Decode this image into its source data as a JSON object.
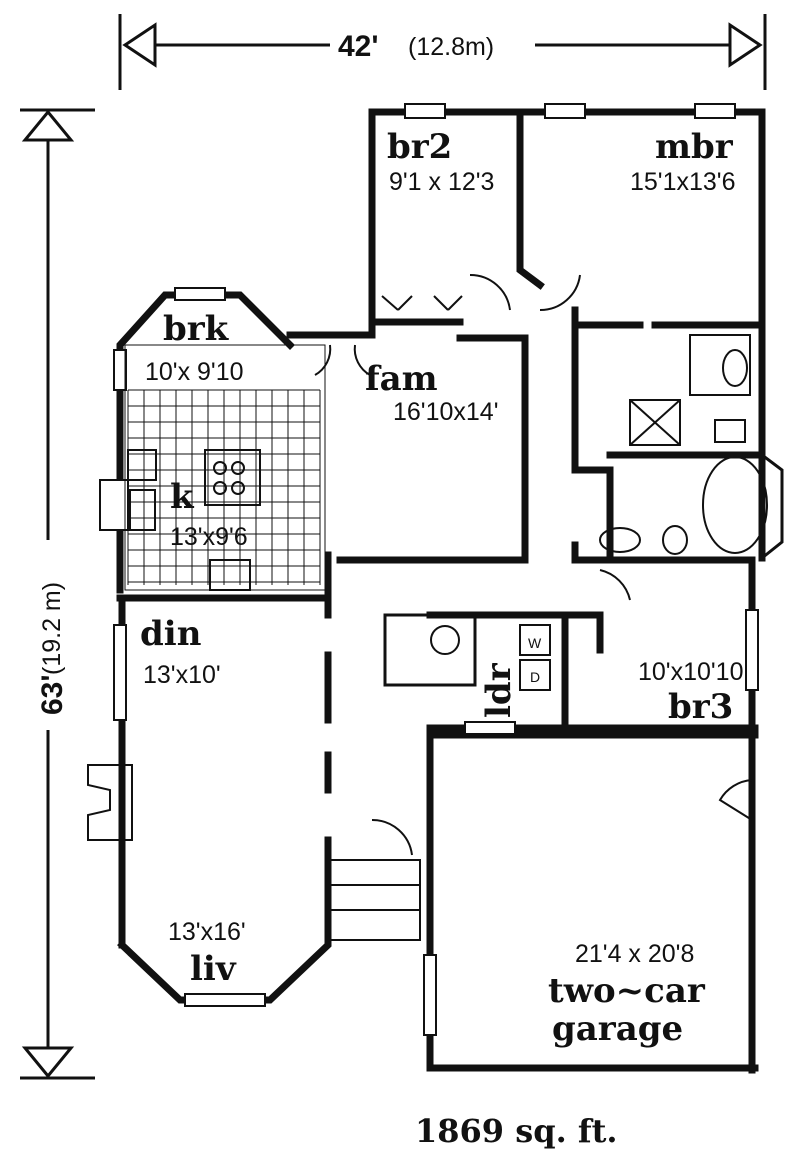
{
  "dimensions": {
    "width_label": "42'",
    "width_metric": "(12.8m)",
    "depth_label": "63'",
    "depth_metric": "(19.2 m)"
  },
  "rooms": {
    "br2": {
      "name": "br2",
      "size": "9'1 x 12'3"
    },
    "mbr": {
      "name": "mbr",
      "size": "15'1x13'6"
    },
    "brk": {
      "name": "brk",
      "size": "10'x 9'10"
    },
    "fam": {
      "name": "fam",
      "size": "16'10x14'"
    },
    "k": {
      "name": "k",
      "size": "13'x9'6"
    },
    "din": {
      "name": "din",
      "size": "13'x10'"
    },
    "br3": {
      "name": "br3",
      "size": "10'x10'10"
    },
    "ldr": {
      "name": "ldr"
    },
    "liv": {
      "name": "liv",
      "size": "13'x16'"
    },
    "garage": {
      "name_line1": "two~car",
      "name_line2": "garage",
      "size": "21'4 x 20'8"
    }
  },
  "total_area": "1869 sq. ft."
}
